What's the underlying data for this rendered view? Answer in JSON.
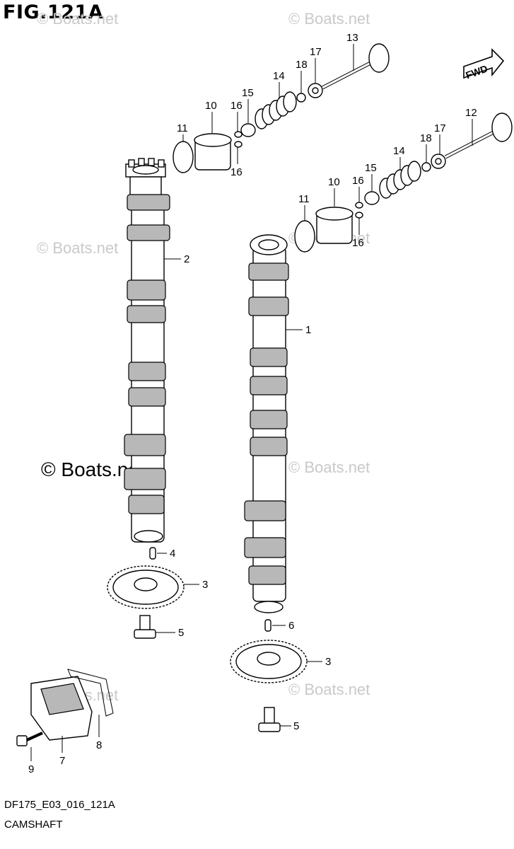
{
  "figure": {
    "title": "FIG.121A",
    "code": "DF175_E03_016_121A",
    "caption": "CAMSHAFT",
    "fwd_label": "FWD"
  },
  "watermarks": {
    "text": "© Boats.net",
    "prominent": "© Boats.net"
  },
  "callouts": {
    "c1": "1",
    "c2": "2",
    "c3a": "3",
    "c3b": "3",
    "c4": "4",
    "c5a": "5",
    "c5b": "5",
    "c6": "6",
    "c7": "7",
    "c8": "8",
    "c9": "9",
    "c10a": "10",
    "c10b": "10",
    "c11a": "11",
    "c11b": "11",
    "c12": "12",
    "c13": "13",
    "c14a": "14",
    "c14b": "14",
    "c15a": "15",
    "c15b": "15",
    "c16a": "16",
    "c16b": "16",
    "c16c": "16",
    "c16d": "16",
    "c17a": "17",
    "c17b": "17",
    "c18a": "18",
    "c18b": "18"
  },
  "colors": {
    "line": "#000000",
    "shade": "#b8b8b8",
    "watermark": "#c9c9c9"
  }
}
